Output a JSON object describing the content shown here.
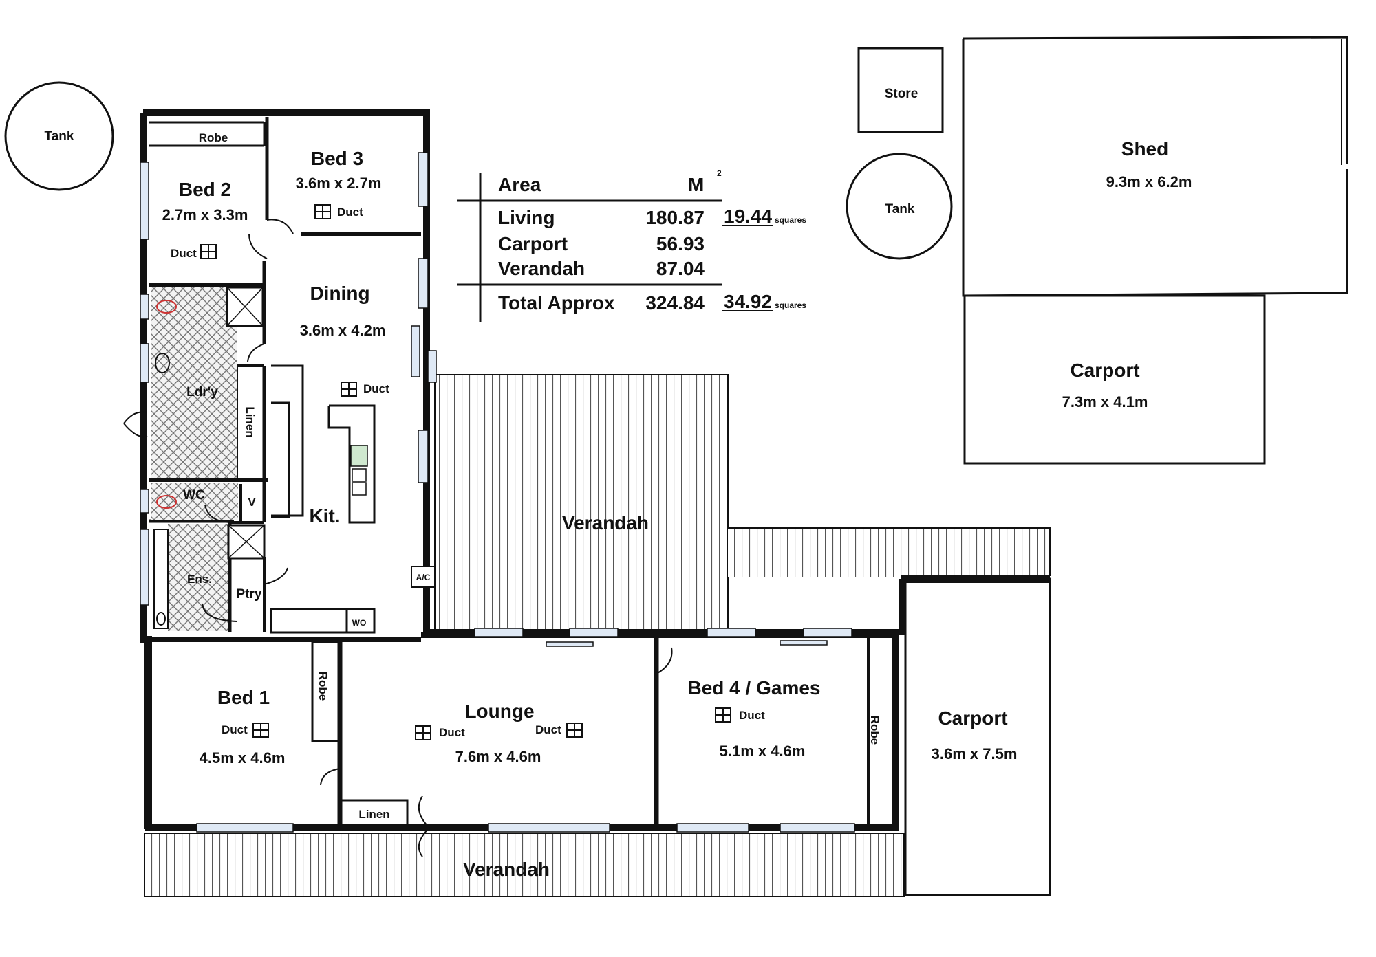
{
  "rooms": {
    "bed2": {
      "name": "Bed 2",
      "dims": "2.7m x 3.3m",
      "duct": "Duct",
      "robe": "Robe"
    },
    "bed3": {
      "name": "Bed 3",
      "dims": "3.6m x 2.7m",
      "duct": "Duct"
    },
    "dining": {
      "name": "Dining",
      "dims": "3.6m x 4.2m",
      "duct": "Duct"
    },
    "laundry": {
      "name": "Ldr'y"
    },
    "linen_upper": {
      "name": "Linen"
    },
    "wc": {
      "name": "WC",
      "v": "V"
    },
    "ensuite": {
      "name": "Ens."
    },
    "pantry": {
      "name": "Ptry"
    },
    "kitchen": {
      "name": "Kit.",
      "wo": "WO",
      "ac": "A/C"
    },
    "bed1": {
      "name": "Bed 1",
      "dims": "4.5m x 4.6m",
      "duct": "Duct",
      "robe": "Robe"
    },
    "linen_lower": {
      "name": "Linen"
    },
    "lounge": {
      "name": "Lounge",
      "dims": "7.6m x 4.6m",
      "duct_left": "Duct",
      "duct_right": "Duct"
    },
    "bed4": {
      "name": "Bed 4 / Games",
      "dims": "5.1m x 4.6m",
      "duct": "Duct",
      "robe": "Robe"
    },
    "carport_right": {
      "name": "Carport",
      "dims": "3.6m x 7.5m"
    },
    "verandah_upper": {
      "name": "Verandah"
    },
    "verandah_lower": {
      "name": "Verandah"
    }
  },
  "outbuildings": {
    "tank_left": {
      "name": "Tank"
    },
    "tank_right": {
      "name": "Tank"
    },
    "store": {
      "name": "Store"
    },
    "shed": {
      "name": "Shed",
      "dims": "9.3m x 6.2m"
    },
    "carport_top": {
      "name": "Carport",
      "dims": "7.3m x 4.1m"
    }
  },
  "area_table": {
    "header": "Area",
    "unit": "M",
    "unit_sup": "2",
    "rows": [
      {
        "label": "Living",
        "value": "180.87",
        "squares": "19.44",
        "squares_unit": "squares"
      },
      {
        "label": "Carport",
        "value": "56.93",
        "squares": "",
        "squares_unit": ""
      },
      {
        "label": "Verandah",
        "value": "87.04",
        "squares": "",
        "squares_unit": ""
      }
    ],
    "total": {
      "label": "Total Approx",
      "value": "324.84",
      "squares": "34.92",
      "squares_unit": "squares"
    }
  }
}
